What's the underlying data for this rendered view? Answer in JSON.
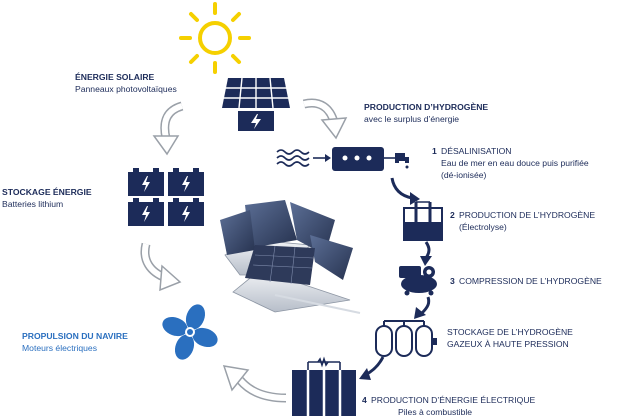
{
  "solar": {
    "title": "ÉNERGIE SOLAIRE",
    "subtitle": "Panneaux photovoltaïques"
  },
  "hydrogen": {
    "title": "PRODUCTION D’HYDROGÈNE",
    "subtitle": "avec le surplus d’énergie"
  },
  "desal": {
    "number": "1",
    "title": "DÉSALINISATION",
    "line1": "Eau de mer en eau douce puis purifiée",
    "line2": "(dé-ionisée)"
  },
  "electrolysis": {
    "number": "2",
    "title": "PRODUCTION DE L’HYDROGÈNE",
    "subtitle": "(Électrolyse)"
  },
  "compression": {
    "number": "3",
    "title": "COMPRESSION DE L’HYDROGÈNE"
  },
  "gas_storage": {
    "line1": "STOCKAGE DE L’HYDROGÈNE",
    "line2": "GAZEUX À HAUTE PRESSION"
  },
  "power": {
    "number": "4",
    "title": "PRODUCTION D’ÉNERGIE ÉLECTRIQUE",
    "subtitle": "Piles à combustible"
  },
  "battery": {
    "title": "STOCKAGE  ÉNERGIE",
    "subtitle": "Batteries lithium"
  },
  "propulsion": {
    "title": "PROPULSION DU NAVIRE",
    "subtitle": "Moteurs électriques"
  },
  "colors": {
    "navy": "#1c2b59",
    "accent_blue": "#2a6fbf",
    "sun_yellow": "#f5d000",
    "arrow_grey": "#9aa0a8"
  }
}
